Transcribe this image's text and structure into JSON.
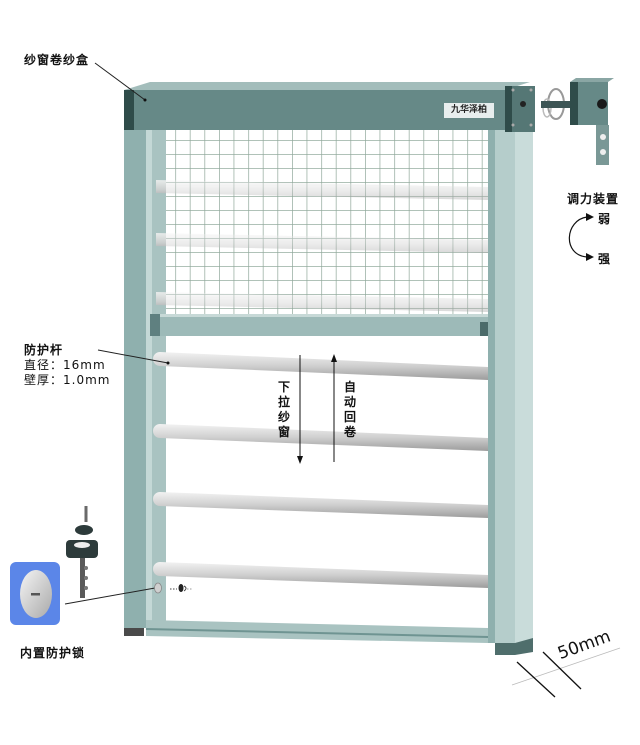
{
  "labels": {
    "roller_box": "纱窗卷纱盒",
    "brand_plate": "九华泽柏",
    "tension_device": "调力装置",
    "weak": "弱",
    "strong": "强",
    "guard_bar": "防护杆",
    "diameter": "直径：16mm",
    "wall_thickness": "壁厚：1.0mm",
    "pull_down": "下拉纱窗",
    "auto_rewind": "自动回卷",
    "built_in_lock": "内置防护锁",
    "frame_width": "50mm"
  },
  "colors": {
    "frame_dark": "#5f8080",
    "frame_mid": "#8fb0ae",
    "frame_light": "#b7cfcd",
    "frame_edge": "#2d4a48",
    "mesh": "#8fa79a",
    "bar_light": "#e4e4e4",
    "bar_dark": "#a4a4a4",
    "lock_bg": "#5b86e8",
    "foot": "#4a4a4a"
  },
  "specs": {
    "guard_bar_count_visible": 7,
    "guard_bar_diameter_mm": 16,
    "guard_bar_wall_mm": 1.0,
    "frame_width_mm": 50
  }
}
